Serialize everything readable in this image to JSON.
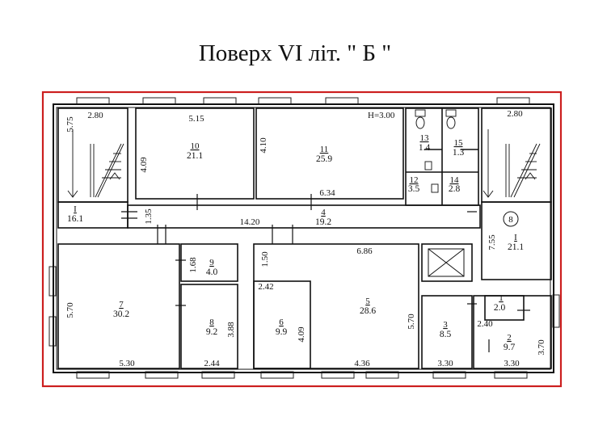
{
  "title": "Поверх VI літ. \" Б \"",
  "ceiling": "H=3.00",
  "circled_marker": "8",
  "rooms": [
    {
      "num": "I",
      "area": "16.1"
    },
    {
      "num": "10",
      "area": "21.1"
    },
    {
      "num": "11",
      "area": "25.9"
    },
    {
      "num": "13",
      "area": "1.4"
    },
    {
      "num": "15",
      "area": "1.3"
    },
    {
      "num": "12",
      "area": "3.5"
    },
    {
      "num": "14",
      "area": "2.8"
    },
    {
      "num": "4",
      "area": "19.2"
    },
    {
      "num": "I",
      "area": "21.1"
    },
    {
      "num": "7",
      "area": "30.2"
    },
    {
      "num": "9",
      "area": "4.0"
    },
    {
      "num": "8",
      "area": "9.2"
    },
    {
      "num": "6",
      "area": "9.9"
    },
    {
      "num": "5",
      "area": "28.6"
    },
    {
      "num": "1",
      "area": "2.0"
    },
    {
      "num": "3",
      "area": "8.5"
    },
    {
      "num": "2",
      "area": "9.7"
    }
  ],
  "dimensions": [
    "2.80",
    "5.15",
    "5.75",
    "4.09",
    "4.10",
    "6.34",
    "1.35",
    "14.20",
    "2.80",
    "7.55",
    "1.68",
    "1.50",
    "6.86",
    "2.42",
    "5.70",
    "3.88",
    "4.09",
    "5.70",
    "2.40",
    "3.70",
    "5.30",
    "2.44",
    "4.36",
    "3.30",
    "3.30"
  ],
  "colors": {
    "border": "#cc1f1f",
    "walls": "#111111"
  }
}
